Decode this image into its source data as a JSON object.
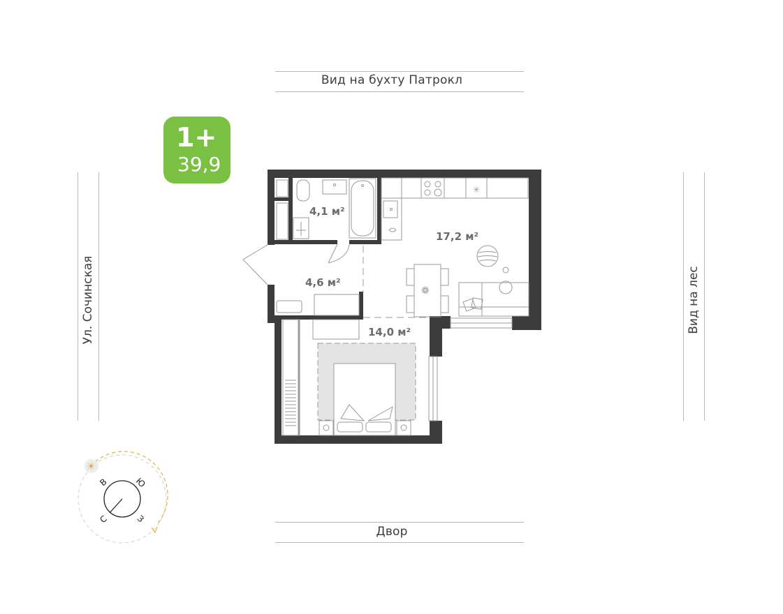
{
  "badge": {
    "type": "1+",
    "area": "39,9",
    "color": "#7ac143"
  },
  "sides": {
    "top": "Вид на бухту Патрокл",
    "bottom": "Двор",
    "left": "Ул. Сочинская",
    "right": "Вид на лес"
  },
  "rooms": [
    {
      "name": "bathroom",
      "area": "4,1 м²"
    },
    {
      "name": "living-kitchen",
      "area": "17,2 м²"
    },
    {
      "name": "hallway",
      "area": "4,6 м²"
    },
    {
      "name": "bedroom",
      "area": "14,0 м²"
    }
  ],
  "compass": {
    "north": "С",
    "east": "В",
    "south": "Ю",
    "west": "З",
    "sun_color": "#f0a030",
    "path_color": "#e8b24a"
  },
  "colors": {
    "wall": "#3c3c3c",
    "line": "#b9b9b9",
    "rug": "#e4e4e4"
  }
}
